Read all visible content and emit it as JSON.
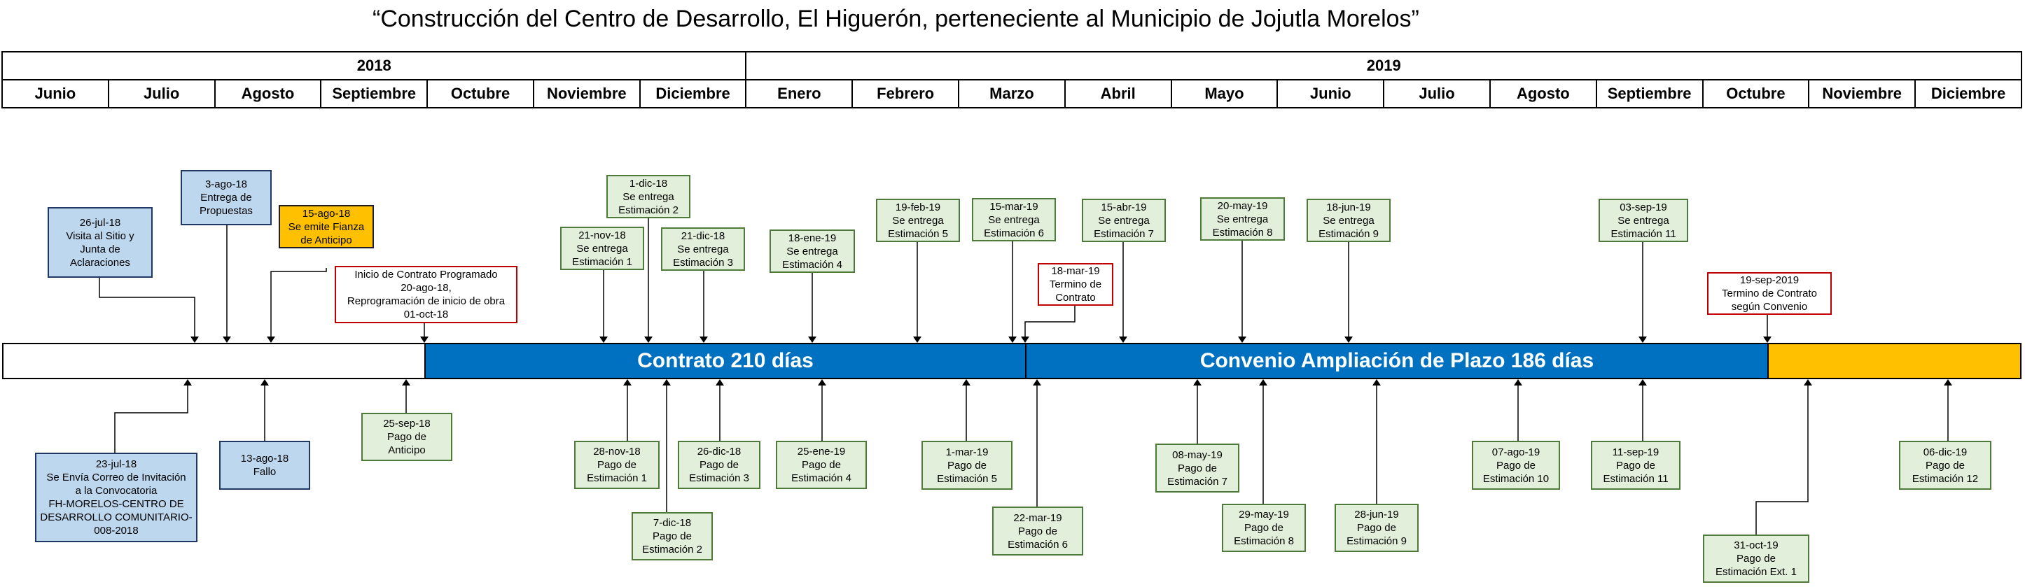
{
  "title": "“Construcción del Centro de Desarrollo, El Higuerón, perteneciente al Municipio de Jojutla Morelos”",
  "years": [
    {
      "label": "2018",
      "span": 7
    },
    {
      "label": "2019",
      "span": 12
    }
  ],
  "months": [
    "Junio",
    "Julio",
    "Agosto",
    "Septiembre",
    "Octubre",
    "Noviembre",
    "Diciembre",
    "Enero",
    "Febrero",
    "Marzo",
    "Abril",
    "Mayo",
    "Junio",
    "Julio",
    "Agosto",
    "Septiembre",
    "Octubre",
    "Noviembre",
    "Diciembre"
  ],
  "bars": {
    "contract": "Contrato 210 días",
    "extension": "Convenio Ampliación de Plazo 186 días"
  },
  "colors": {
    "blue_bar": "#0070c0",
    "orange_bar": "#ffc000",
    "green_box": "#e2efda",
    "blue_box": "#bdd7ee",
    "orange_box": "#ffc000",
    "red_border": "#c00000"
  },
  "events_above": [
    {
      "text": "26-jul-18\nVisita al Sitio y\nJunta de\nAclaraciones",
      "style": "b"
    },
    {
      "text": "3-ago-18\nEntrega de\nPropuestas",
      "style": "b"
    },
    {
      "text": "15-ago-18\nSe emite Fianza\nde Anticipo",
      "style": "o"
    },
    {
      "text": "Inicio de Contrato Programado\n20-ago-18,\nReprogramación de inicio de obra\n01-oct-18",
      "style": "r"
    },
    {
      "text": "21-nov-18\nSe entrega\nEstimación 1",
      "style": "g"
    },
    {
      "text": "1-dic-18\nSe entrega\nEstimación 2",
      "style": "g"
    },
    {
      "text": "21-dic-18\nSe entrega\nEstimación 3",
      "style": "g"
    },
    {
      "text": "18-ene-19\nSe entrega\nEstimación 4",
      "style": "g"
    },
    {
      "text": "19-feb-19\nSe entrega\nEstimación 5",
      "style": "g"
    },
    {
      "text": "15-mar-19\nSe entrega\nEstimación 6",
      "style": "g"
    },
    {
      "text": "18-mar-19\nTermino de\nContrato",
      "style": "r"
    },
    {
      "text": "15-abr-19\nSe entrega\nEstimación 7",
      "style": "g"
    },
    {
      "text": "20-may-19\nSe entrega\nEstimación 8",
      "style": "g"
    },
    {
      "text": "18-jun-19\nSe entrega\nEstimación 9",
      "style": "g"
    },
    {
      "text": "03-sep-19\nSe entrega\nEstimación 11",
      "style": "g"
    },
    {
      "text": "19-sep-2019\nTermino de Contrato\nsegún Convenio",
      "style": "r"
    }
  ],
  "events_below": [
    {
      "text": "23-jul-18\nSe Envía Correo de Invitación\na la Convocatoria\nFH-MORELOS-CENTRO DE\nDESARROLLO COMUNITARIO-\n008-2018",
      "style": "b"
    },
    {
      "text": "13-ago-18\nFallo",
      "style": "b"
    },
    {
      "text": "25-sep-18\nPago de\nAnticipo",
      "style": "g"
    },
    {
      "text": "28-nov-18\nPago de\nEstimación 1",
      "style": "g"
    },
    {
      "text": "7-dic-18\nPago de\nEstimación 2",
      "style": "g"
    },
    {
      "text": "26-dic-18\nPago de\nEstimación 3",
      "style": "g"
    },
    {
      "text": "25-ene-19\nPago de\nEstimación 4",
      "style": "g"
    },
    {
      "text": "1-mar-19\nPago de\nEstimación 5",
      "style": "g"
    },
    {
      "text": "22-mar-19\nPago de\nEstimación 6",
      "style": "g"
    },
    {
      "text": "08-may-19\nPago de\nEstimación 7",
      "style": "g"
    },
    {
      "text": "29-may-19\nPago de\nEstimación 8",
      "style": "g"
    },
    {
      "text": "28-jun-19\nPago de\nEstimación 9",
      "style": "g"
    },
    {
      "text": "07-ago-19\nPago de\nEstimación 10",
      "style": "g"
    },
    {
      "text": "11-sep-19\nPago de\nEstimación 11",
      "style": "g"
    },
    {
      "text": "31-oct-19\nPago de\nEstimación Ext. 1",
      "style": "g"
    },
    {
      "text": "06-dic-19\nPago de\nEstimación 12",
      "style": "g"
    }
  ]
}
